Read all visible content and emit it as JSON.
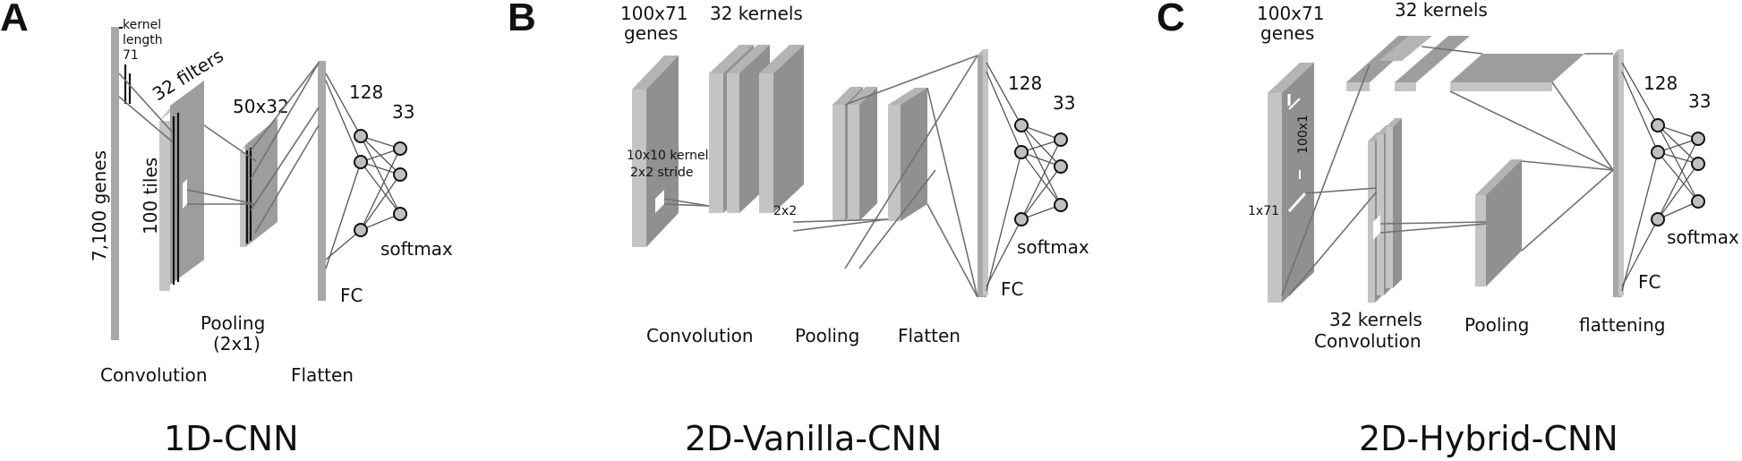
{
  "panels": [
    {
      "letter": "A",
      "title": "1D-CNN",
      "genes_label": "7,100 genes",
      "kernel_label": "kernel",
      "kernel_length_label": "length",
      "kernel_length_value": "71",
      "filters_label": "32 filters",
      "tiles_label": "100 tiles",
      "pool_size_label": "50x32",
      "dense_units": "128",
      "output_units": "33",
      "softmax_label": "softmax",
      "fc_label": "FC",
      "pooling_label": "Pooling",
      "pooling_size": "(2x1)",
      "convolution_label": "Convolution",
      "flatten_label": "Flatten"
    },
    {
      "letter": "B",
      "title": "2D-Vanilla-CNN",
      "input_size": "100x71",
      "genes_label": "genes",
      "kernels_label": "32 kernels",
      "kernel_desc": "10x10 kernel",
      "stride_desc": "2x2 stride",
      "pool_desc": "2x2",
      "dense_units": "128",
      "output_units": "33",
      "softmax_label": "softmax",
      "fc_label": "FC",
      "convolution_label": "Convolution",
      "pooling_label": "Pooling",
      "flatten_label": "Flatten"
    },
    {
      "letter": "C",
      "title": "2D-Hybrid-CNN",
      "input_size": "100x71",
      "genes_label": "genes",
      "kernels_label": "32 kernels",
      "kernel_vertical": "100x1",
      "kernel_horizontal": "1x71",
      "kernels_conv_label_1": "32 kernels",
      "kernels_conv_label_2": "Convolution",
      "pooling_label": "Pooling",
      "flattening_label": "flattening",
      "fc_label": "FC",
      "dense_units": "128",
      "output_units": "33",
      "softmax_label": "softmax"
    }
  ],
  "colors": {
    "layer": "#9d9d9d",
    "layer_edge": "#c4c4c4",
    "node_fill": "#c0c0c0",
    "line": "#707070"
  }
}
